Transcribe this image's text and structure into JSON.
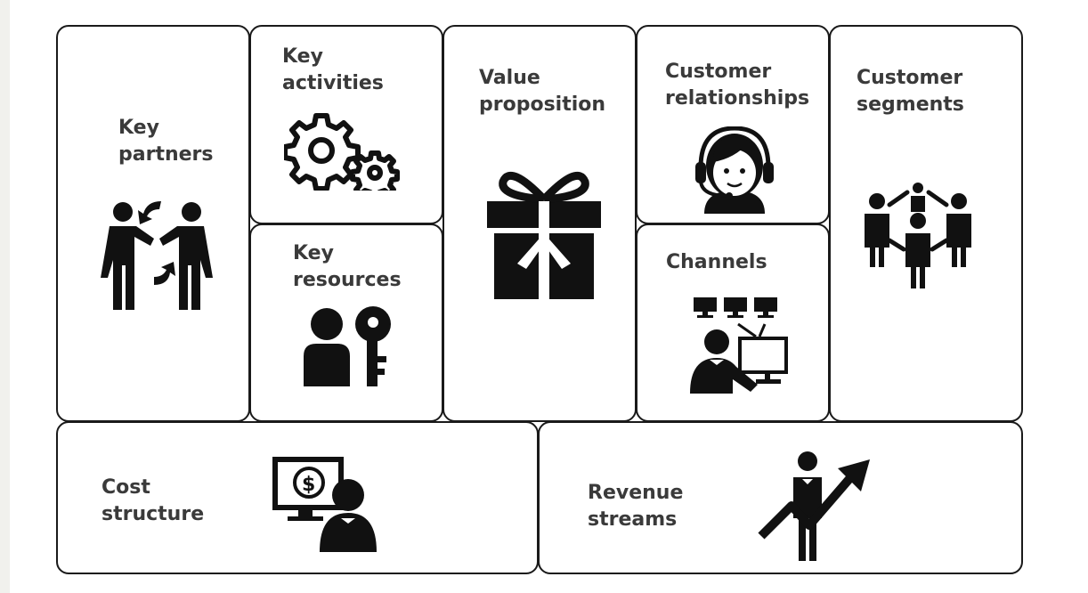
{
  "canvas": {
    "blocks": {
      "key_partners": {
        "line1": "Key",
        "line2": "partners",
        "icon": "handshake-exchange-icon"
      },
      "key_activities": {
        "line1": "Key",
        "line2": "activities",
        "icon": "gears-icon"
      },
      "key_resources": {
        "line1": "Key",
        "line2": "resources",
        "icon": "person-key-icon"
      },
      "value_proposition": {
        "line1": "Value",
        "line2": "proposition",
        "icon": "gift-icon"
      },
      "customer_relationships": {
        "line1": "Customer",
        "line2": "relationships",
        "icon": "headset-agent-icon"
      },
      "channels": {
        "line1": "Channels",
        "icon": "monitors-network-icon"
      },
      "customer_segments": {
        "line1": "Customer",
        "line2": "segments",
        "icon": "people-network-icon"
      },
      "cost_structure": {
        "line1": "Cost",
        "line2": "structure",
        "icon": "money-monitor-person-icon"
      },
      "revenue_streams": {
        "line1": "Revenue",
        "line2": "streams",
        "icon": "growth-arrow-person-icon"
      }
    },
    "colors": {
      "border": "#1a1a1a",
      "icon": "#111111",
      "text": "#3a3a3a",
      "backdrop": "#f1f1ed"
    }
  }
}
